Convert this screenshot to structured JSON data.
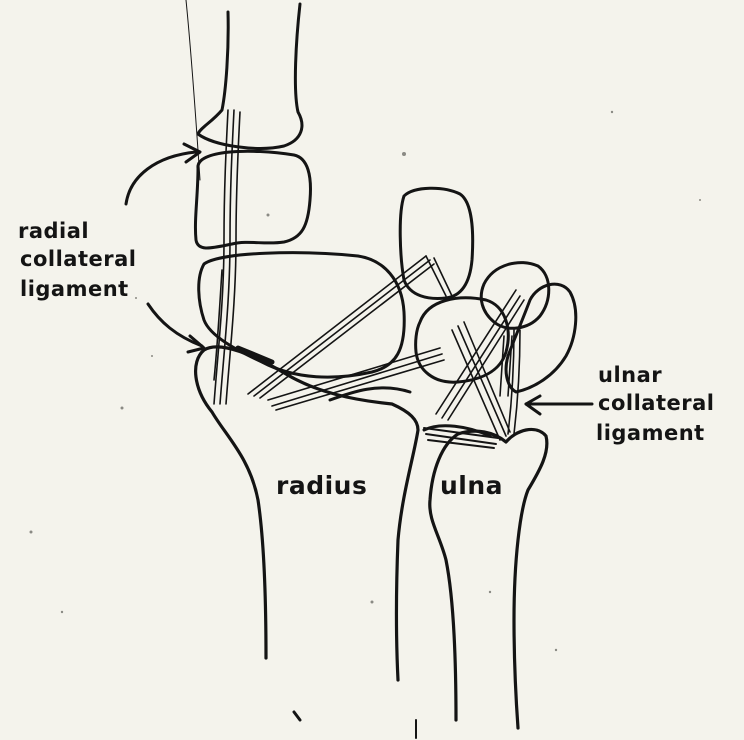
{
  "labels": {
    "radial_collateral_ligament": [
      "radial",
      "collateral",
      "ligament"
    ],
    "ulnar_collateral_ligament": [
      "ulnar",
      "collateral",
      "ligament"
    ],
    "radius": "radius",
    "ulna": "ulna"
  }
}
